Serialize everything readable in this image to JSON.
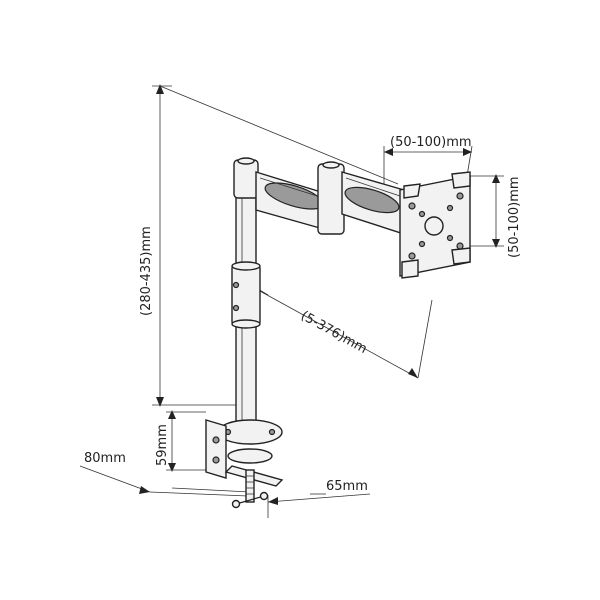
{
  "dimensions": {
    "vesa_width": "(50-100)mm",
    "vesa_height": "(50-100)mm",
    "pole_height": "(280-435)mm",
    "arm_reach": "(5-376)mm",
    "clamp_height": "59mm",
    "clamp_depth": "80mm",
    "clamp_width": "65mm"
  }
}
